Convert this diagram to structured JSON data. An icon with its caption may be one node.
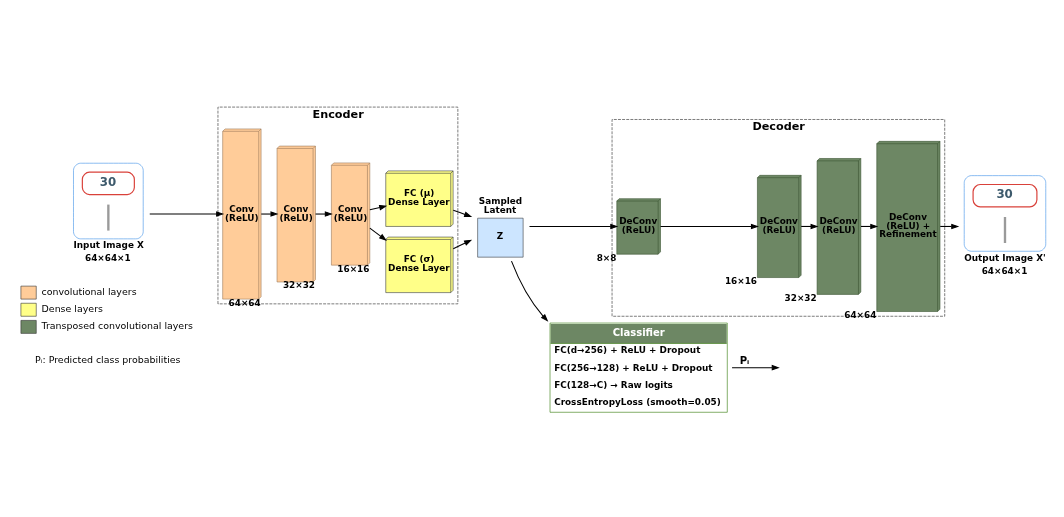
{
  "diagram": {
    "nodes": [
      {
        "text": [
          "30",
          "Input Image X",
          "64×64×1"
        ]
      },
      {
        "text": [
          "Encoder"
        ]
      },
      {
        "text": [
          "Conv (ReLU)"
        ],
        "beside": [
          "64×64"
        ],
        "in": 1
      },
      {
        "text": [
          "Conv (ReLU)"
        ],
        "beside": [
          "32×32"
        ],
        "in": 1
      },
      {
        "text": [
          "Conv (ReLU)"
        ],
        "beside": [
          "16×16"
        ],
        "in": 1
      },
      {
        "text": [
          "FC (μ) Dense Layer"
        ],
        "in": 1
      },
      {
        "text": [
          "FC (σ) Dense Layer"
        ],
        "in": 1
      },
      {
        "text": [
          "Sampled Latent",
          "Z"
        ]
      },
      {
        "text": [
          "Decoder"
        ]
      },
      {
        "text": [
          "DeConv (ReLU)"
        ],
        "beside": [
          "8×8"
        ],
        "in": 8
      },
      {
        "text": [
          "DeConv (ReLU)"
        ],
        "beside": [
          "16×16"
        ],
        "in": 8
      },
      {
        "text": [
          "DeConv (ReLU)"
        ],
        "beside": [
          "32×32"
        ],
        "in": 8
      },
      {
        "text": [
          "DeConv (ReLU) + Refinement"
        ],
        "beside": [
          "64×64"
        ],
        "in": 8
      },
      {
        "text": [
          "30",
          "Output Image X'",
          "64×64×1"
        ]
      },
      {
        "text": [
          "Classifier",
          "FC(d→256) + ReLU + Dropout",
          "FC(256→128) + ReLU + Dropout",
          "FC(128→C) → Raw logits",
          "CrossEntropyLoss (smooth=0.05)"
        ]
      }
    ],
    "edges": [
      {
        "from": 0,
        "to": 2,
        "arrow": "to"
      },
      {
        "from": 2,
        "to": 3,
        "arrow": "to"
      },
      {
        "from": 3,
        "to": 4,
        "arrow": "to"
      },
      {
        "from": 4,
        "to": 5,
        "arrow": "to"
      },
      {
        "from": 4,
        "to": 6,
        "arrow": "to"
      },
      {
        "from": 5,
        "to": 7,
        "arrow": "to"
      },
      {
        "from": 6,
        "to": 7,
        "arrow": "to"
      },
      {
        "from": 7,
        "to": 9,
        "arrow": "to"
      },
      {
        "from": 9,
        "to": 10,
        "arrow": "to"
      },
      {
        "from": 10,
        "to": 11,
        "arrow": "to"
      },
      {
        "from": 11,
        "to": 12,
        "arrow": "to"
      },
      {
        "from": 12,
        "to": 13,
        "arrow": "to"
      },
      {
        "from": 7,
        "to": 14,
        "arrow": "to"
      },
      {
        "from": 14,
        "to": null,
        "arrow": "to",
        "label": "Pᵢ"
      }
    ],
    "labels": [
      "Pᵢ: Predicted class probabilities"
    ],
    "legend": [
      {
        "text": "convolutional layers",
        "color": "#ffcc99"
      },
      {
        "text": "Dense layers",
        "color": "#ffff88"
      },
      {
        "text": "Transposed convolutional layers",
        "color": "#6d8764"
      }
    ]
  }
}
